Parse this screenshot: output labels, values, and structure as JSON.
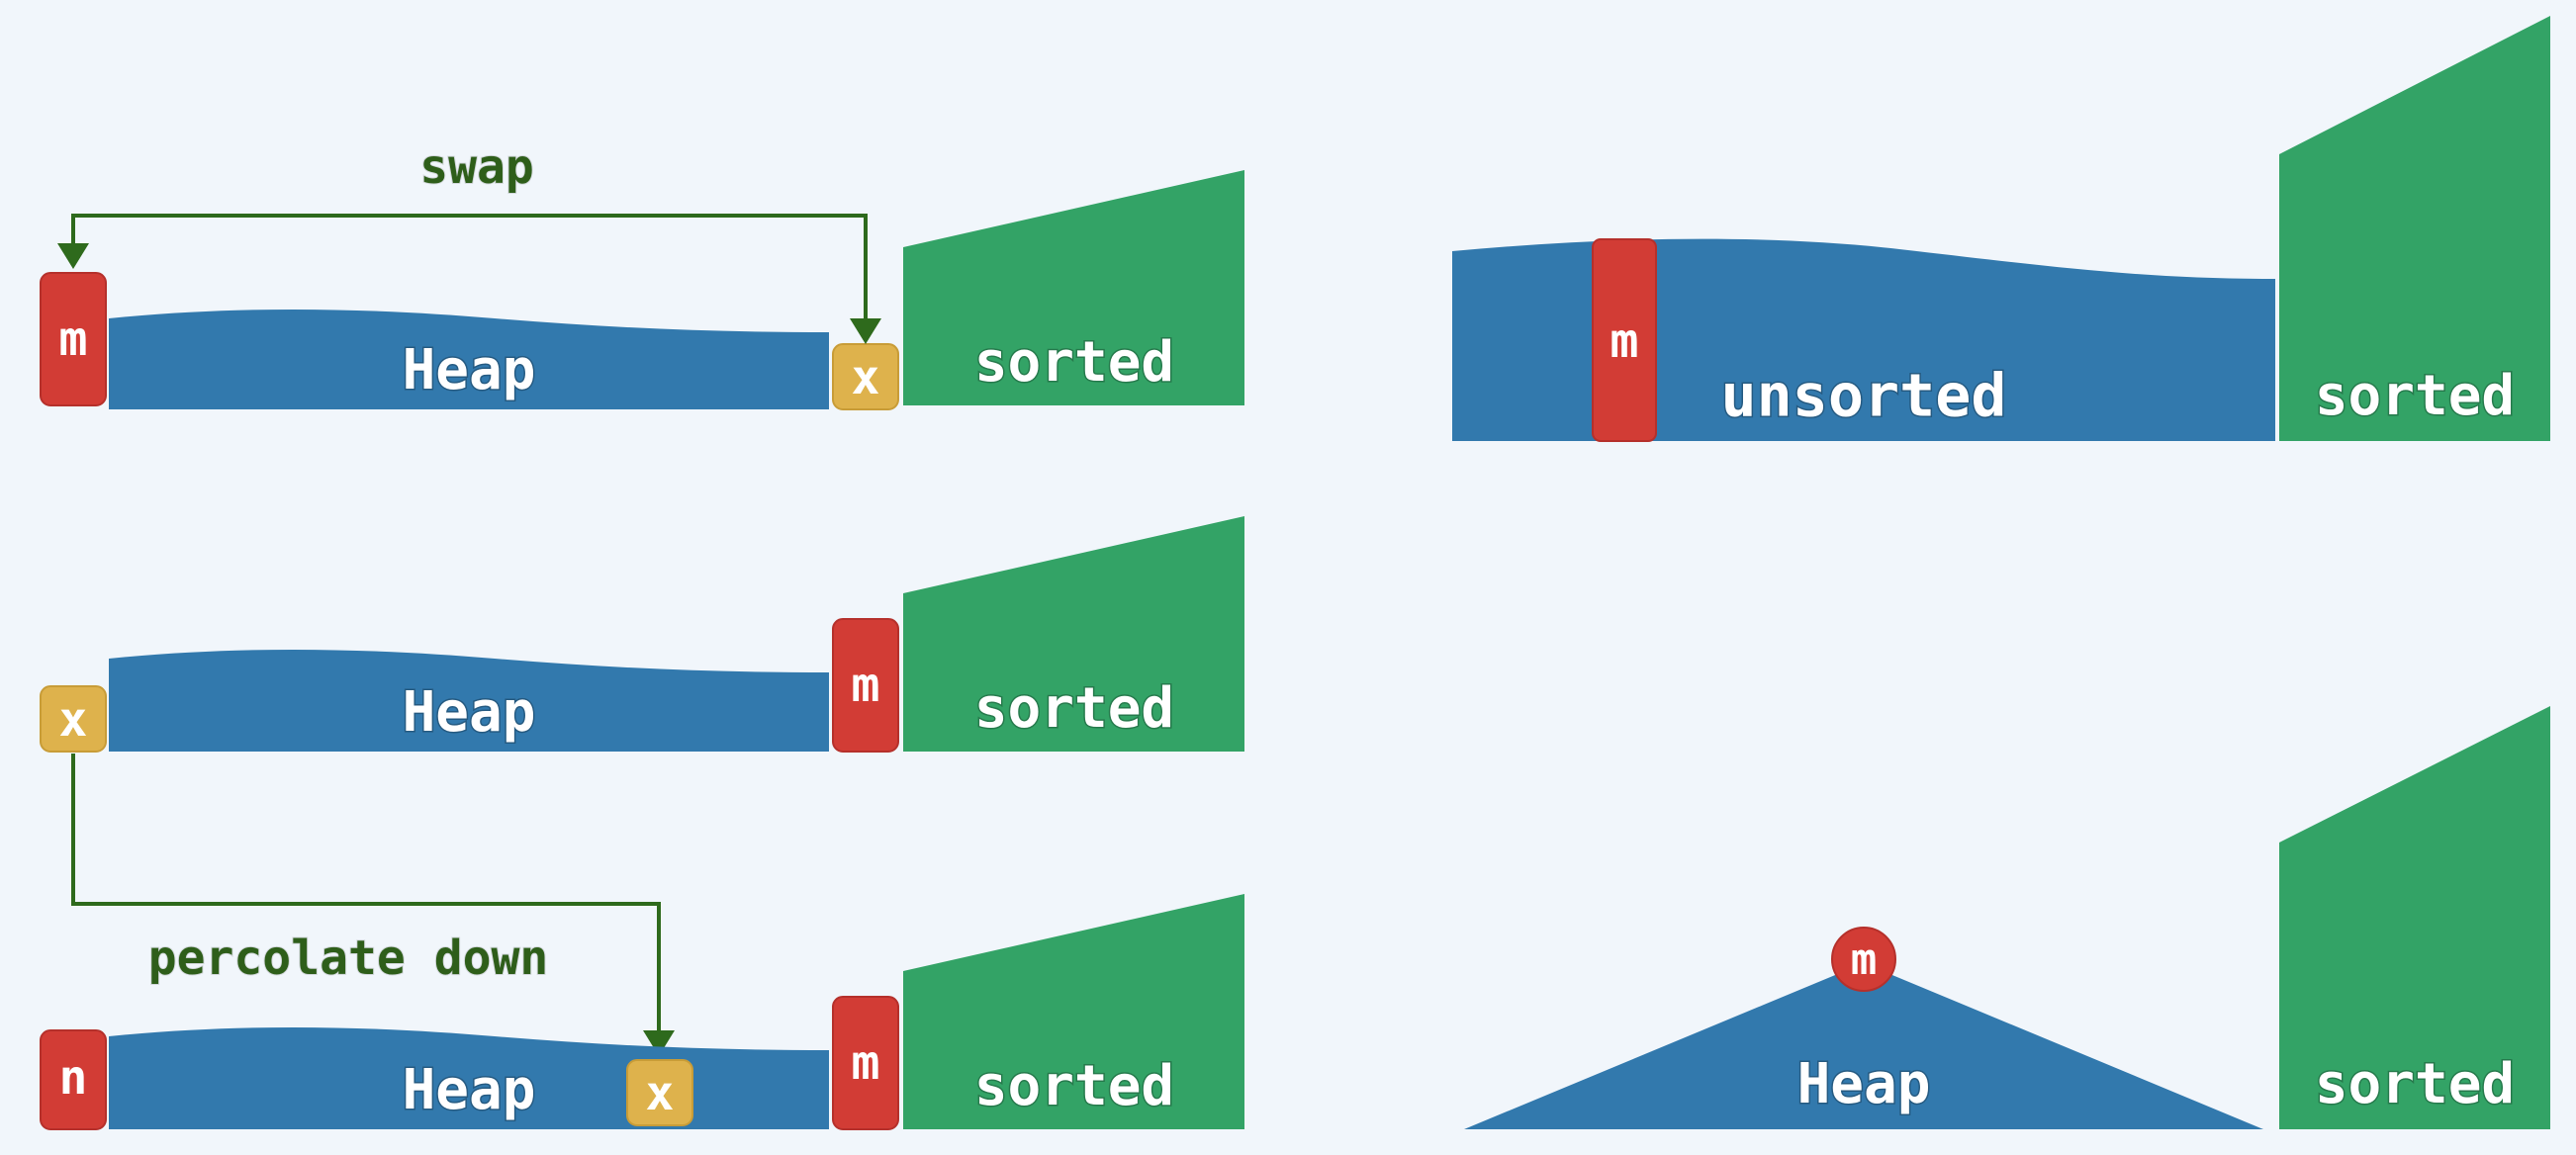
{
  "colors": {
    "heap": "#3279ad",
    "sorted": "#33a366",
    "max_element": "#d23c35",
    "last_element": "#deb24c",
    "arrow": "#2e6a1c",
    "background": "#f1f6fb"
  },
  "top_left": {
    "max_label": "m",
    "heap_label": "Heap",
    "last_label": "x",
    "sorted_label": "sorted",
    "arrow_label": "swap"
  },
  "top_right": {
    "unsorted_label": "unsorted",
    "max_label": "m",
    "sorted_label": "sorted"
  },
  "middle_left": {
    "last_label": "x",
    "heap_label": "Heap",
    "max_label": "m",
    "sorted_label": "sorted"
  },
  "bottom_left": {
    "arrow_label": "percolate down",
    "next_label": "n",
    "heap_label": "Heap",
    "moved_label": "x",
    "max_label": "m",
    "sorted_label": "sorted"
  },
  "bottom_right": {
    "max_label": "m",
    "heap_label": "Heap",
    "sorted_label": "sorted"
  }
}
